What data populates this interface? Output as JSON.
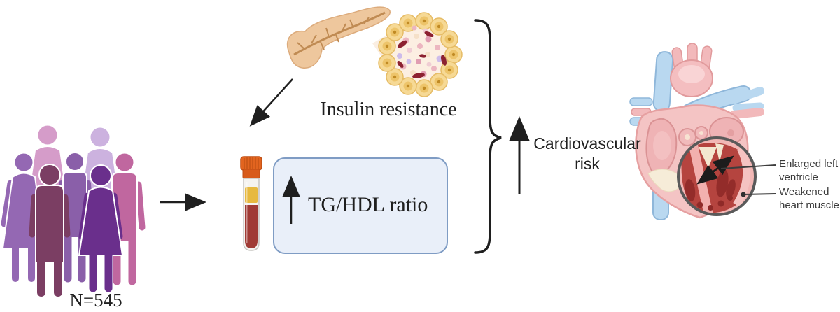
{
  "labels": {
    "cohort": "N=545",
    "insulin": "Insulin resistance",
    "tg_hdl": "TG/HDL ratio",
    "cardio_risk": "Cardiovascular risk",
    "enlarged": "Enlarged left ventricle",
    "weakened": "Weakened heart muscle"
  },
  "icons": [
    "people-group-icon",
    "right-arrow-icon",
    "pancreas-icon",
    "islet-zoom-icon",
    "down-left-arrow-icon",
    "blood-sample-tube-icon",
    "up-arrow-tg-icon",
    "curly-brace-icon",
    "up-arrow-risk-icon",
    "heart-icon",
    "zoom-circle-icon",
    "double-headed-arrow-icon"
  ],
  "colors": {
    "ink": "#1f1f1f",
    "box_fill": "#e9eff9",
    "box_border": "#7f9cc4",
    "annotation_text": "#3a3a3a",
    "blood_red": "#a03b35",
    "serum_yellow": "#e7b93f",
    "cap_orange": "#e2641f",
    "pancreas_tan": "#eec79d",
    "islet_gold": "#f6d995",
    "heart_pink": "#f4c4c4",
    "vessel_blue": "#b9d8f0",
    "figure_pink": "#d59cc9",
    "figure_lavender": "#ccb2df",
    "figure_purple": "#9468b3",
    "figure_purple_dark": "#6a2f8c",
    "figure_plum": "#7b3e63"
  }
}
